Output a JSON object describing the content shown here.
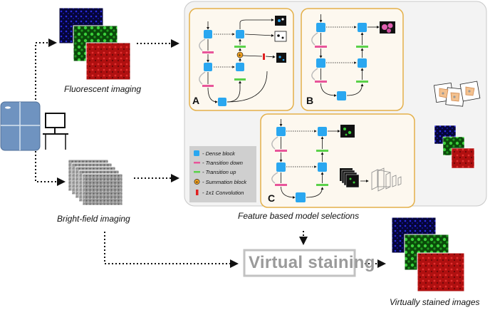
{
  "labels": {
    "fluorescent_imaging": "Fluorescent imaging",
    "bright_field_imaging": "Bright-field imaging",
    "feature_based_model_selections": "Feature based model selections",
    "virtual_staining": "Virtual staining",
    "virtually_stained_images": "Virtually stained images"
  },
  "panels": {
    "a": "A",
    "b": "B",
    "c": "C"
  },
  "legend": {
    "dense_block": "- Dense block",
    "transition_down": "- Transition down",
    "transition_up": "- Transition up",
    "summation_block": "- Summation block",
    "conv_1x1": "- 1x1 Convolution"
  },
  "colors": {
    "dense_block": "#2aa7f0",
    "transition_down": "#e8559a",
    "transition_up": "#5bd14a",
    "summation_block": "#f0a020",
    "conv_1x1": "#e02020",
    "panel_border": "#e4b04a",
    "panel_fill": "#fdf8ef"
  }
}
